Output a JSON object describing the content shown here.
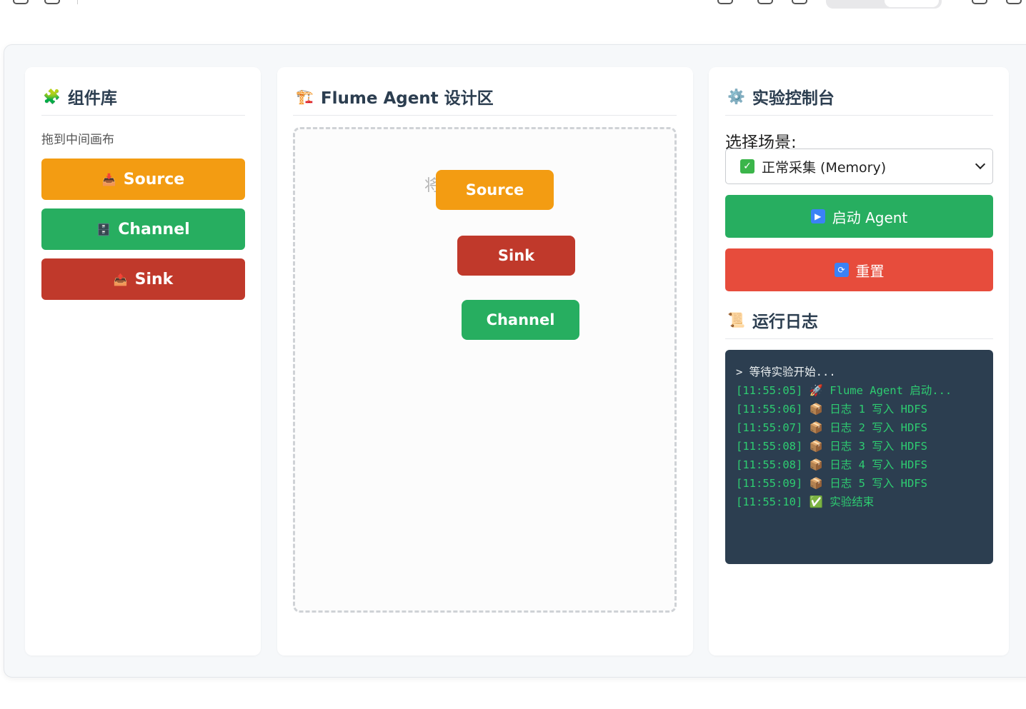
{
  "colors": {
    "source": "#f39c12",
    "channel": "#27ae60",
    "sink": "#c0392b",
    "start": "#27ae60",
    "reset": "#e74c3c",
    "log_bg": "#2c3e50",
    "log_text": "#2ecc71"
  },
  "library": {
    "title": "组件库",
    "icon": "puzzle-icon",
    "hint": "拖到中间画布",
    "items": [
      {
        "label": "Source",
        "icon": "inbox-tray-icon"
      },
      {
        "label": "Channel",
        "icon": "file-cabinet-icon"
      },
      {
        "label": "Sink",
        "icon": "outbox-tray-icon"
      }
    ]
  },
  "designer": {
    "title": "Flume Agent 设计区",
    "icon": "construction-crane-icon",
    "hint": "将",
    "nodes": [
      {
        "label": "Source"
      },
      {
        "label": "Sink"
      },
      {
        "label": "Channel"
      }
    ]
  },
  "console": {
    "title": "实验控制台",
    "icon": "gear-icon",
    "scene_label": "选择场景:",
    "scene_selected": "正常采集 (Memory)",
    "start_label": "启动 Agent",
    "reset_label": "重置",
    "log_title": "运行日志",
    "log_icon": "scroll-icon",
    "log_lines": [
      "> 等待实验开始...",
      "[11:55:05] 🚀 Flume Agent 启动...",
      "[11:55:06] 📦 日志 1 写入 HDFS",
      "[11:55:07] 📦 日志 2 写入 HDFS",
      "[11:55:08] 📦 日志 3 写入 HDFS",
      "[11:55:08] 📦 日志 4 写入 HDFS",
      "[11:55:09] 📦 日志 5 写入 HDFS",
      "[11:55:10] ✅ 实验结束"
    ]
  }
}
